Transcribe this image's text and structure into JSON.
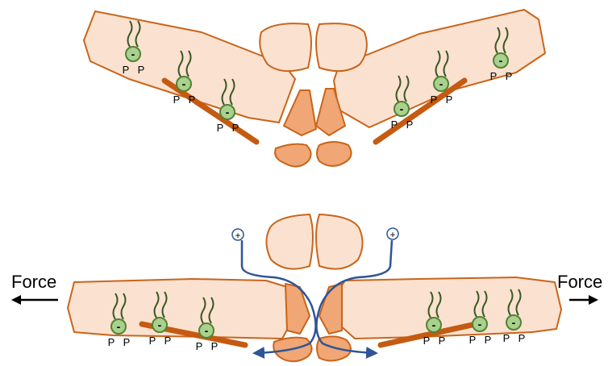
{
  "labels": {
    "force_left": "Force",
    "force_right": "Force",
    "phosphate": "P",
    "headgroup_charge": "-",
    "cation_charge": "+"
  },
  "colors": {
    "membrane_fill": "#fbe1cf",
    "membrane_stroke": "#c8651b",
    "channel_fill": "#f0a675",
    "bar_color": "#c55a11",
    "lipid_fill": "#a9d18e",
    "lipid_stroke": "#538135",
    "tail_color": "#385723",
    "ion_path_color": "#2f5597",
    "arrow_color": "#000000"
  },
  "icons": [
    "lipid-headgroup-icon",
    "cation-icon",
    "force-arrow-icon",
    "ion-flow-arrow-icon"
  ]
}
